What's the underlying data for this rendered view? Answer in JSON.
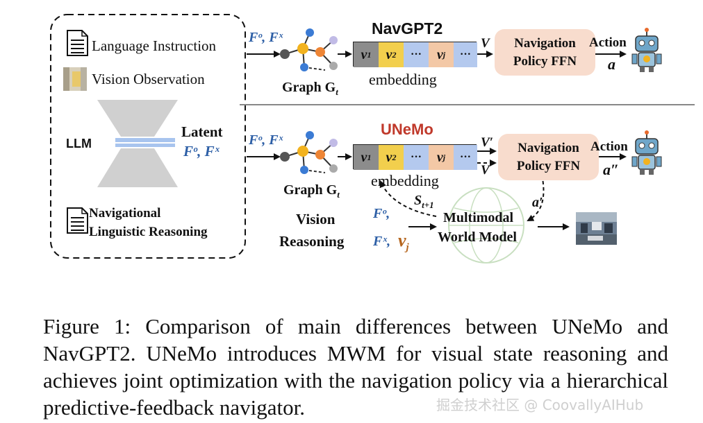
{
  "left_panel": {
    "language_instruction": "Language Instruction",
    "vision_observation": "Vision Observation",
    "llm": "LLM",
    "latent": "Latent",
    "latent_features": "Fᵒ, Fˣ",
    "navigational_line1": "Navigational",
    "navigational_line2": "Linguistic Reasoning"
  },
  "top_row": {
    "features": "Fᵒ, Fˣ",
    "graph_label": "Graph G",
    "graph_sub": "t",
    "model_name": "NavGPT2",
    "tokens": [
      "v1",
      "v2",
      "···",
      "vj",
      "···"
    ],
    "embedding": "embedding",
    "v_label": "V",
    "ffn_line1": "Navigation",
    "ffn_line2": "Policy FFN",
    "action": "Action",
    "action_symbol": "a"
  },
  "bottom_row": {
    "features": "Fᵒ, Fˣ",
    "graph_label": "Graph G",
    "graph_sub": "t",
    "model_name": "UNeMo",
    "tokens": [
      "v1",
      "v2",
      "···",
      "vj",
      "···"
    ],
    "embedding": "embedding",
    "v_prime": "V′",
    "v_label": "V",
    "ffn_line1": "Navigation",
    "ffn_line2": "Policy FFN",
    "action": "Action",
    "action_symbol": "a″",
    "state": "S",
    "state_sub": "t+1",
    "a_prime": "a′",
    "vision_line1": "Vision",
    "vision_line2": "Reasoning",
    "fo": "Fᵒ,",
    "fx": "Fˣ,",
    "vj": "v",
    "vj_sub": "j",
    "mwm_line1": "Multimodal",
    "mwm_line2": "World Model"
  },
  "caption": "Figure 1: Comparison of main differences between UNeMo and NavGPT2. UNeMo introduces MWM for visual state reasoning and achieves joint optimization with the navigation policy via a hierarchical predictive-feedback navigator.",
  "watermark": "掘金技术社区 @ CoovallyAIHub",
  "colors": {
    "token_gray": "#8c8c8c",
    "token_yellow": "#f2cf4d",
    "token_blue": "#b4c9ee",
    "token_orange": "#f3c8a6",
    "ffn_fill": "#f8dccd",
    "feature_blue": "#2d5fa6",
    "unemo_red": "#c0392b",
    "latent_bar": "#a8c4ee",
    "hourglass": "#d0d0d0"
  }
}
